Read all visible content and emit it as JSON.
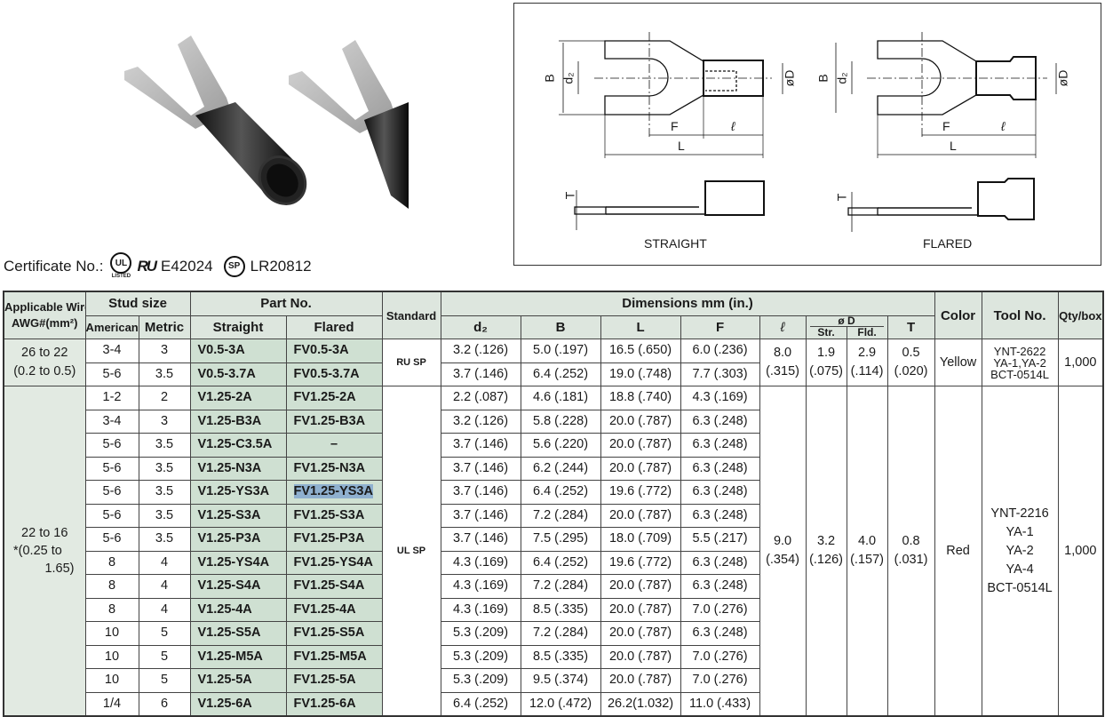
{
  "certificate": {
    "label": "Certificate No.:",
    "ul_mark": "UL",
    "ul_sub": "LISTED",
    "ru_mark": "RU",
    "ul_number": "E42024",
    "csa_mark": "SP",
    "csa_number": "LR20812"
  },
  "diagram": {
    "labels": {
      "B": "B",
      "d2": "d₂",
      "D": "øD",
      "F": "F",
      "l": "ℓ",
      "L": "L",
      "T": "T"
    },
    "straight_label": "STRAIGHT",
    "flared_label": "FLARED"
  },
  "table": {
    "headers": {
      "wire": "Applicable Wire",
      "wire2": "AWG#(mm²)",
      "stud": "Stud size",
      "american": "American",
      "metric": "Metric",
      "part": "Part No.",
      "straight": "Straight",
      "flared": "Flared",
      "standard": "Standard",
      "dims": "Dimensions mm (in.)",
      "d2": "d₂",
      "B": "B",
      "L": "L",
      "F": "F",
      "l": "ℓ",
      "D": "ø D",
      "str": "Str.",
      "fld": "Fld.",
      "T": "T",
      "color": "Color",
      "tool": "Tool No.",
      "qty": "Qty/box"
    },
    "group1": {
      "wire": "26 to 22",
      "wire_mm": "(0.2 to 0.5)",
      "standard": "RU SP",
      "l": "8.0",
      "l_in": "(.315)",
      "str": "1.9",
      "str_in": "(.075)",
      "fld": "2.9",
      "fld_in": "(.114)",
      "T": "0.5",
      "T_in": "(.020)",
      "color": "Yellow",
      "tool1": "YNT-2622",
      "tool2": "YA-1,YA-2",
      "tool3": "BCT-0514L",
      "qty": "1,000",
      "rows": [
        {
          "american": "3-4",
          "metric": "3",
          "straight": "V0.5-3A",
          "flared": "FV0.5-3A",
          "d2": "3.2  (.126)",
          "B": "5.0  (.197)",
          "L": "16.5  (.650)",
          "F": "6.0  (.236)"
        },
        {
          "american": "5-6",
          "metric": "3.5",
          "straight": "V0.5-3.7A",
          "flared": "FV0.5-3.7A",
          "d2": "3.7  (.146)",
          "B": "6.4  (.252)",
          "L": "19.0  (.748)",
          "F": "7.7  (.303)"
        }
      ]
    },
    "group2": {
      "wire": "22 to 16",
      "wire_mm1": "*(0.25 to",
      "wire_mm2": "1.65)",
      "standard": "UL SP",
      "l": "9.0",
      "l_in": "(.354)",
      "str": "3.2",
      "str_in": "(.126)",
      "fld": "4.0",
      "fld_in": "(.157)",
      "T": "0.8",
      "T_in": "(.031)",
      "color": "Red",
      "tool1": "YNT-2216",
      "tool2": "YA-1",
      "tool3": "YA-2",
      "tool4": "YA-4",
      "tool5": "BCT-0514L",
      "qty": "1,000",
      "rows": [
        {
          "american": "1-2",
          "metric": "2",
          "straight": "V1.25-2A",
          "flared": "FV1.25-2A",
          "d2": "2.2  (.087)",
          "B": "4.6  (.181)",
          "L": "18.8  (.740)",
          "F": "4.3  (.169)"
        },
        {
          "american": "3-4",
          "metric": "3",
          "straight": "V1.25-B3A",
          "flared": "FV1.25-B3A",
          "d2": "3.2  (.126)",
          "B": "5.8  (.228)",
          "L": "20.0  (.787)",
          "F": "6.3  (.248)"
        },
        {
          "american": "5-6",
          "metric": "3.5",
          "straight": "V1.25-C3.5A",
          "flared": "–",
          "d2": "3.7  (.146)",
          "B": "5.6  (.220)",
          "L": "20.0  (.787)",
          "F": "6.3  (.248)"
        },
        {
          "american": "5-6",
          "metric": "3.5",
          "straight": "V1.25-N3A",
          "flared": "FV1.25-N3A",
          "d2": "3.7  (.146)",
          "B": "6.2  (.244)",
          "L": "20.0  (.787)",
          "F": "6.3  (.248)"
        },
        {
          "american": "5-6",
          "metric": "3.5",
          "straight": "V1.25-YS3A",
          "flared": "FV1.25-YS3A",
          "d2": "3.7  (.146)",
          "B": "6.4  (.252)",
          "L": "19.6  (.772)",
          "F": "6.3  (.248)"
        },
        {
          "american": "5-6",
          "metric": "3.5",
          "straight": "V1.25-S3A",
          "flared": "FV1.25-S3A",
          "d2": "3.7  (.146)",
          "B": "7.2  (.284)",
          "L": "20.0  (.787)",
          "F": "6.3  (.248)"
        },
        {
          "american": "5-6",
          "metric": "3.5",
          "straight": "V1.25-P3A",
          "flared": "FV1.25-P3A",
          "d2": "3.7  (.146)",
          "B": "7.5  (.295)",
          "L": "18.0  (.709)",
          "F": "5.5  (.217)"
        },
        {
          "american": "8",
          "metric": "4",
          "straight": "V1.25-YS4A",
          "flared": "FV1.25-YS4A",
          "d2": "4.3  (.169)",
          "B": "6.4  (.252)",
          "L": "19.6  (.772)",
          "F": "6.3  (.248)"
        },
        {
          "american": "8",
          "metric": "4",
          "straight": "V1.25-S4A",
          "flared": "FV1.25-S4A",
          "d2": "4.3  (.169)",
          "B": "7.2  (.284)",
          "L": "20.0  (.787)",
          "F": "6.3  (.248)"
        },
        {
          "american": "8",
          "metric": "4",
          "straight": "V1.25-4A",
          "flared": "FV1.25-4A",
          "d2": "4.3  (.169)",
          "B": "8.5  (.335)",
          "L": "20.0  (.787)",
          "F": "7.0  (.276)"
        },
        {
          "american": "10",
          "metric": "5",
          "straight": "V1.25-S5A",
          "flared": "FV1.25-S5A",
          "d2": "5.3  (.209)",
          "B": "7.2  (.284)",
          "L": "20.0  (.787)",
          "F": "6.3  (.248)"
        },
        {
          "american": "10",
          "metric": "5",
          "straight": "V1.25-M5A",
          "flared": "FV1.25-M5A",
          "d2": "5.3  (.209)",
          "B": "8.5  (.335)",
          "L": "20.0  (.787)",
          "F": "7.0  (.276)"
        },
        {
          "american": "10",
          "metric": "5",
          "straight": "V1.25-5A",
          "flared": "FV1.25-5A",
          "d2": "5.3  (.209)",
          "B": "9.5  (.374)",
          "L": "20.0  (.787)",
          "F": "7.0  (.276)"
        },
        {
          "american": "1/4",
          "metric": "6",
          "straight": "V1.25-6A",
          "flared": "FV1.25-6A",
          "d2": "6.4  (.252)",
          "B": "12.0  (.472)",
          "L": "26.2(1.032)",
          "F": "11.0  (.433)"
        }
      ]
    }
  }
}
